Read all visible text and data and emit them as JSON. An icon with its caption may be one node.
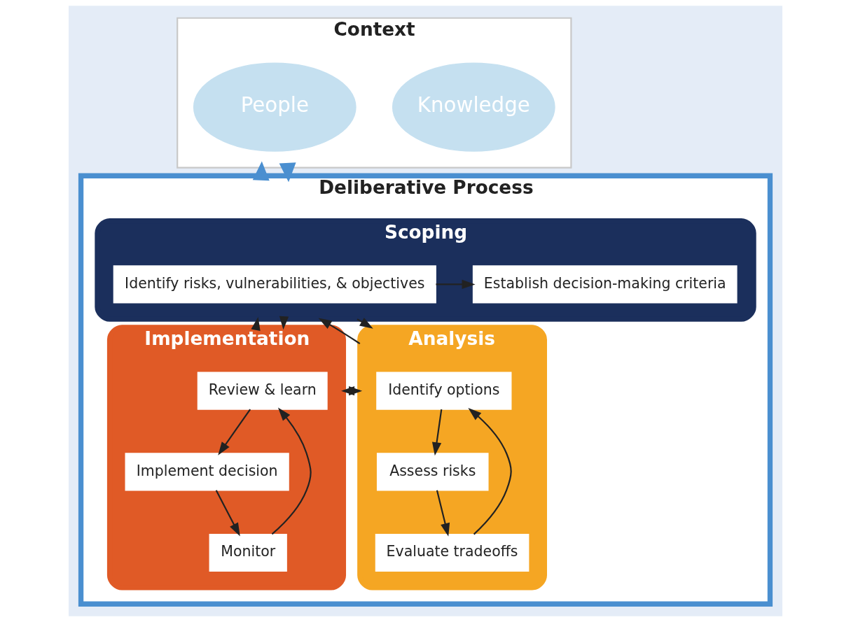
{
  "diagram": {
    "nodes": [
      {
        "text": [
          "Context"
        ]
      },
      {
        "text": [
          "People"
        ],
        "in": 0
      },
      {
        "text": [
          "Knowledge"
        ],
        "in": 0
      },
      {
        "text": [
          "Deliberative Process"
        ]
      },
      {
        "text": [
          "Scoping"
        ],
        "in": 3
      },
      {
        "text": [
          "Identify risks, vulnerabilities, & objectives"
        ],
        "in": 4
      },
      {
        "text": [
          "Establish decision-making criteria"
        ],
        "in": 4
      },
      {
        "text": [
          "Implementation"
        ],
        "in": 3
      },
      {
        "text": [
          "Review & learn"
        ],
        "in": 7
      },
      {
        "text": [
          "Implement decision"
        ],
        "in": 7
      },
      {
        "text": [
          "Monitor"
        ],
        "in": 7
      },
      {
        "text": [
          "Analysis"
        ],
        "in": 3
      },
      {
        "text": [
          "Identify options"
        ],
        "in": 11
      },
      {
        "text": [
          "Assess risks"
        ],
        "in": 11
      },
      {
        "text": [
          "Evaluate tradeoffs"
        ],
        "in": 11
      }
    ],
    "edges": [
      {
        "from": 3,
        "to": 0,
        "arrow": "to",
        "style": "thick",
        "color": "#4a8fd0"
      },
      {
        "from": 0,
        "to": 3,
        "arrow": "to",
        "style": "thick",
        "color": "#4a8fd0"
      },
      {
        "from": 5,
        "to": 6,
        "arrow": "to"
      },
      {
        "from": 7,
        "to": 4,
        "arrow": "to"
      },
      {
        "from": 4,
        "to": 7,
        "arrow": "to"
      },
      {
        "from": 11,
        "to": 4,
        "arrow": "to"
      },
      {
        "from": 4,
        "to": 11,
        "arrow": "to"
      },
      {
        "from": 7,
        "to": 11,
        "arrow": "to"
      },
      {
        "from": 11,
        "to": 7,
        "arrow": "to"
      },
      {
        "from": 8,
        "to": 9,
        "arrow": "to"
      },
      {
        "from": 9,
        "to": 10,
        "arrow": "to"
      },
      {
        "from": 10,
        "to": 8,
        "arrow": "to"
      },
      {
        "from": 12,
        "to": 13,
        "arrow": "to"
      },
      {
        "from": 13,
        "to": 14,
        "arrow": "to"
      },
      {
        "from": 14,
        "to": 12,
        "arrow": "to"
      }
    ]
  }
}
